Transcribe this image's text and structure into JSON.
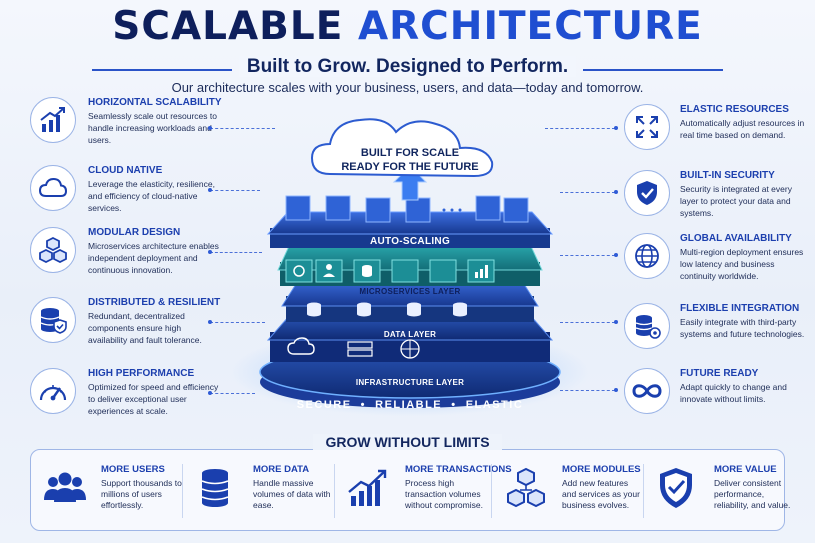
{
  "title": {
    "part1": "SCALABLE",
    "part2": "ARCHITECTURE"
  },
  "subtitle": "Built to Grow. Designed to Perform.",
  "tagline": "Our architecture scales with your business, users, and data—today and tomorrow.",
  "left_features": [
    {
      "title": "HORIZONTAL SCALABILITY",
      "desc": "Seamlessly scale out resources to handle increasing workloads and users.",
      "icon": "bar-chart-growth-icon"
    },
    {
      "title": "CLOUD NATIVE",
      "desc": "Leverage the elasticity, resilience, and efficiency of cloud-native services.",
      "icon": "cloud-icon"
    },
    {
      "title": "MODULAR DESIGN",
      "desc": "Microservices architecture enables independent deployment and continuous innovation.",
      "icon": "cubes-icon"
    },
    {
      "title": "DISTRIBUTED & RESILIENT",
      "desc": "Redundant, decentralized components ensure high availability and fault tolerance.",
      "icon": "database-shield-icon"
    },
    {
      "title": "HIGH PERFORMANCE",
      "desc": "Optimized for speed and efficiency to deliver exceptional user experiences at scale.",
      "icon": "speedometer-icon"
    }
  ],
  "right_features": [
    {
      "title": "ELASTIC RESOURCES",
      "desc": "Automatically adjust resources in real time based on demand.",
      "icon": "expand-arrows-icon"
    },
    {
      "title": "BUILT-IN SECURITY",
      "desc": "Security is integrated at every layer to protect your data and systems.",
      "icon": "shield-check-icon"
    },
    {
      "title": "GLOBAL AVAILABILITY",
      "desc": "Multi-region deployment ensures low latency and business continuity worldwide.",
      "icon": "globe-icon"
    },
    {
      "title": "FLEXIBLE INTEGRATION",
      "desc": "Easily integrate with third-party systems and future technologies.",
      "icon": "integration-icon"
    },
    {
      "title": "FUTURE READY",
      "desc": "Adapt quickly to change and innovate without limits.",
      "icon": "infinity-icon"
    }
  ],
  "center": {
    "cloud_line1": "BUILT FOR SCALE",
    "cloud_line2": "READY FOR THE FUTURE",
    "layers": [
      "AUTO-SCALING",
      "MICROSERVICES LAYER",
      "DATA LAYER",
      "INFRASTRUCTURE LAYER"
    ],
    "base_labels": [
      "SECURE",
      "RELIABLE",
      "ELASTIC"
    ]
  },
  "bottom": {
    "title": "GROW WITHOUT LIMITS",
    "items": [
      {
        "title": "MORE USERS",
        "desc": "Support thousands to millions of users effortlessly.",
        "icon": "users-icon"
      },
      {
        "title": "MORE DATA",
        "desc": "Handle massive volumes of data with ease.",
        "icon": "database-icon"
      },
      {
        "title": "MORE TRANSACTIONS",
        "desc": "Process high transaction volumes without compromise.",
        "icon": "growth-chart-icon"
      },
      {
        "title": "MORE MODULES",
        "desc": "Add new features and services as your business evolves.",
        "icon": "modules-icon"
      },
      {
        "title": "MORE VALUE",
        "desc": "Deliver consistent performance, reliability, and value.",
        "icon": "shield-check-icon"
      }
    ]
  },
  "colors": {
    "navy": "#0e1f5c",
    "accent": "#1f4ed1",
    "teal": "#1f8f96",
    "layer_blue": "#214aa8"
  }
}
